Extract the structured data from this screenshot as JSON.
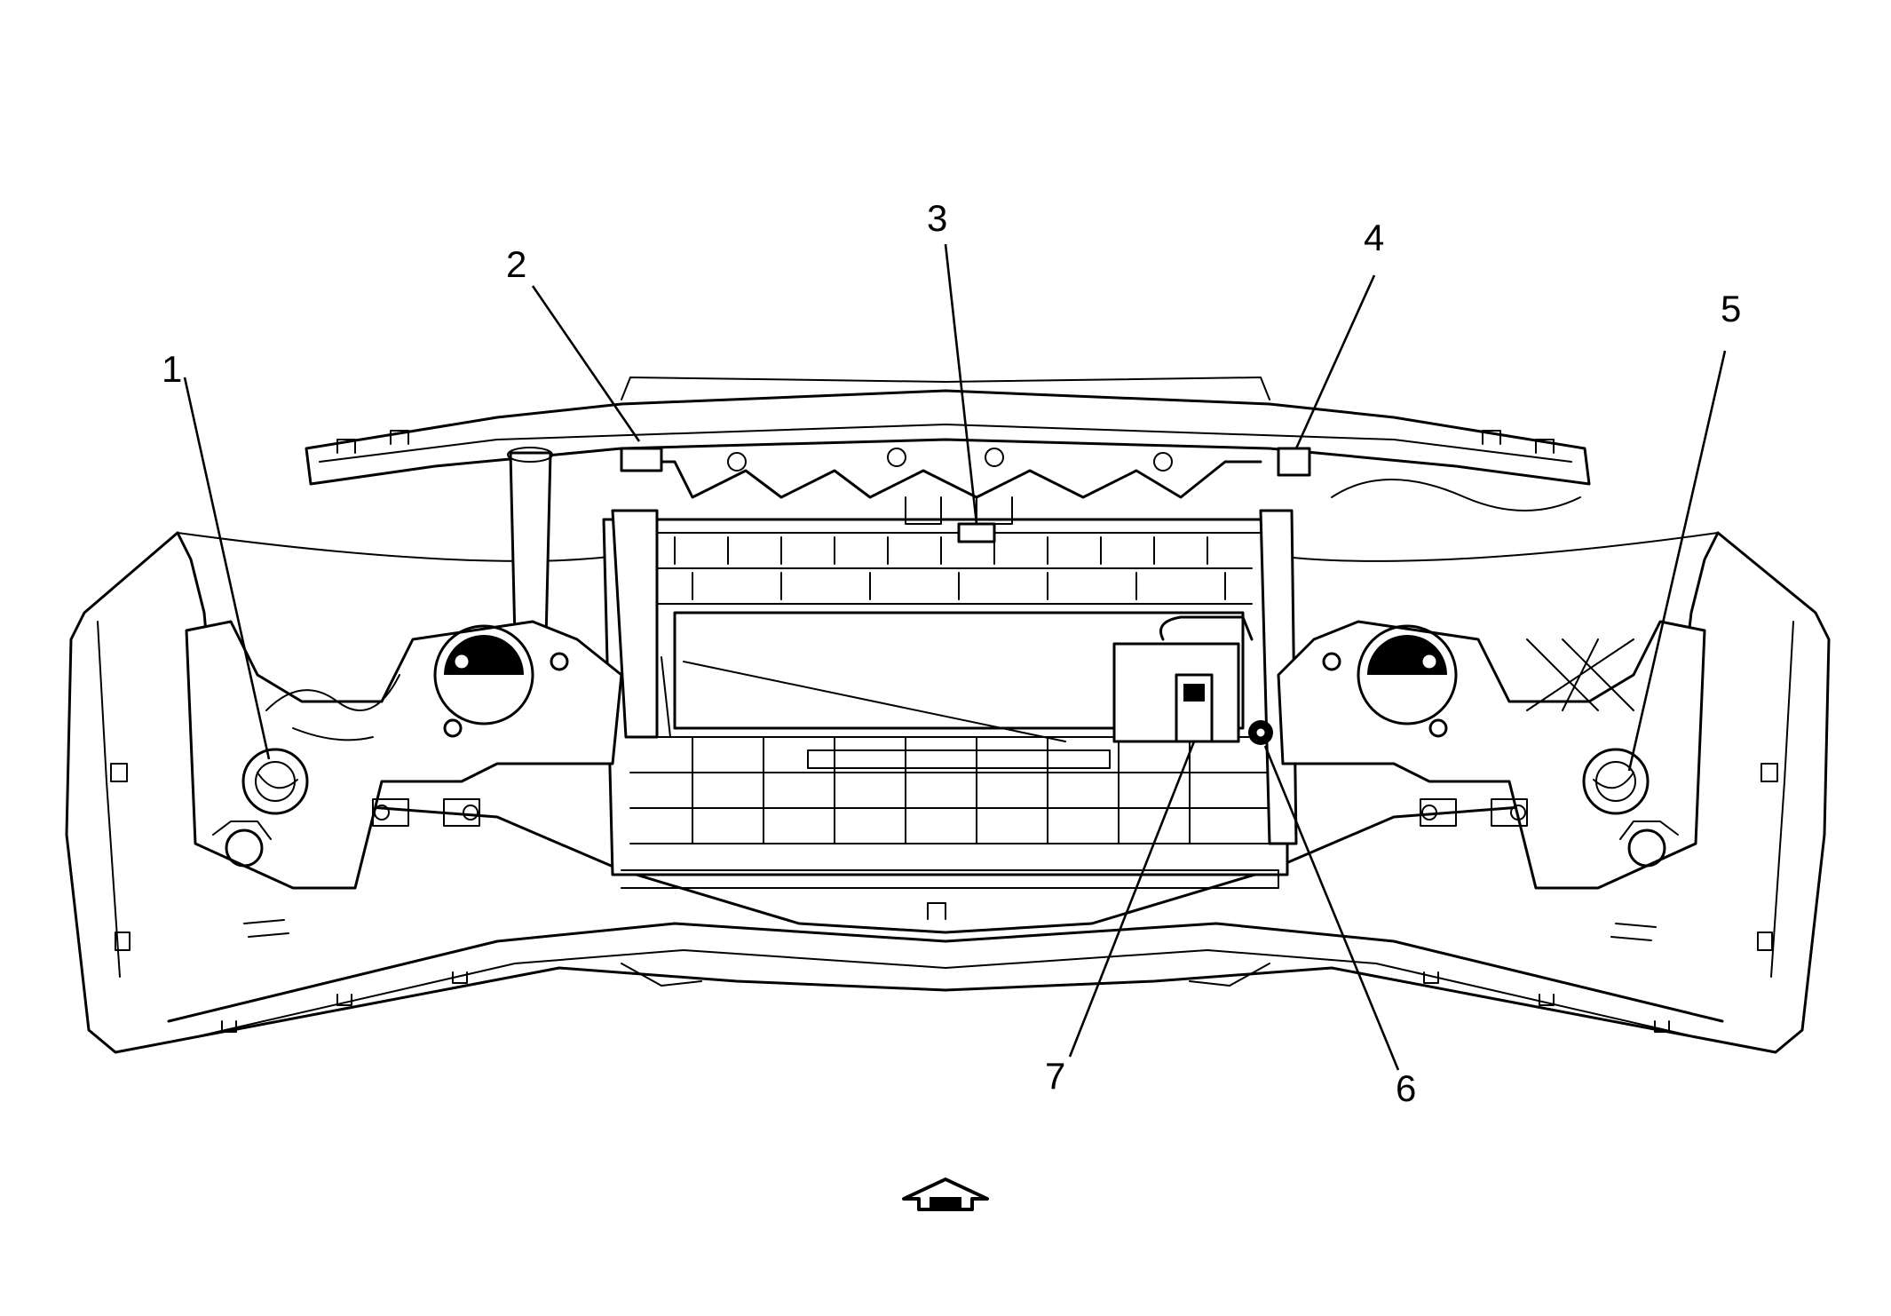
{
  "callouts": {
    "c1": "1",
    "c2": "2",
    "c3": "3",
    "c4": "4",
    "c5": "5",
    "c6": "6",
    "c7": "7"
  },
  "icons": {
    "front_arrow": "arrow-up-icon"
  }
}
